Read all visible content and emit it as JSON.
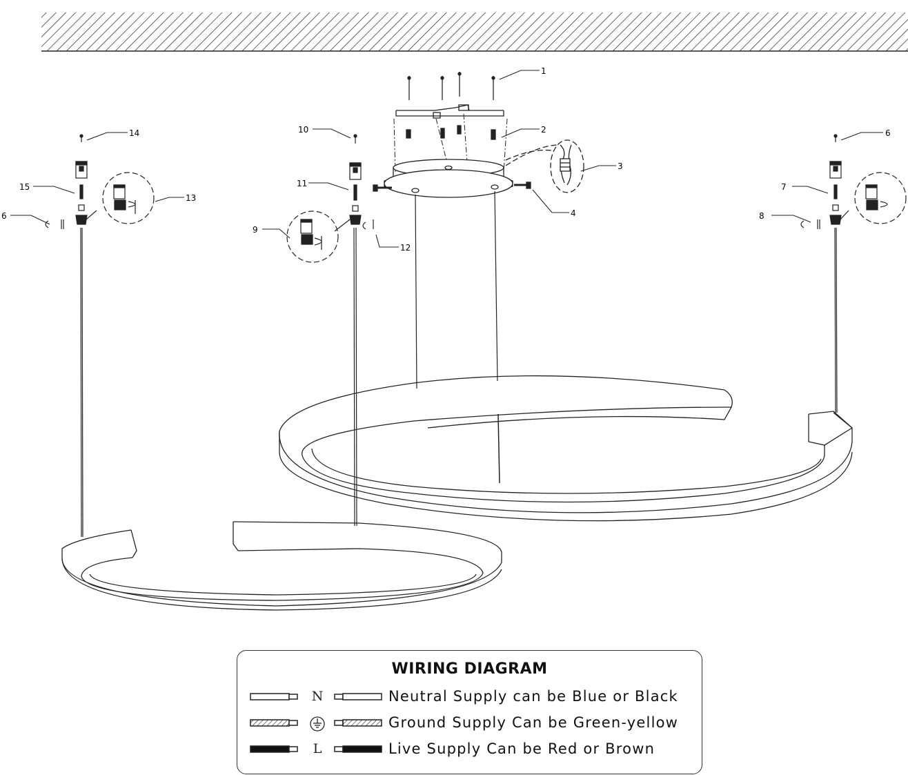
{
  "part_labels": [
    "1",
    "2",
    "3",
    "4",
    "6",
    "7",
    "8",
    "6",
    "9",
    "10",
    "11",
    "12",
    "13",
    "14",
    "15"
  ],
  "wiring_diagram": {
    "title": "WIRING DIAGRAM",
    "rows": [
      {
        "symbol": "N",
        "description": "Neutral Supply can be Blue or Black",
        "wire": "neutral"
      },
      {
        "symbol": "⏚",
        "description": "Ground Supply Can be Green-yellow",
        "wire": "ground"
      },
      {
        "symbol": "L",
        "description": "Live Supply Can be Red or Brown",
        "wire": "live"
      }
    ]
  }
}
